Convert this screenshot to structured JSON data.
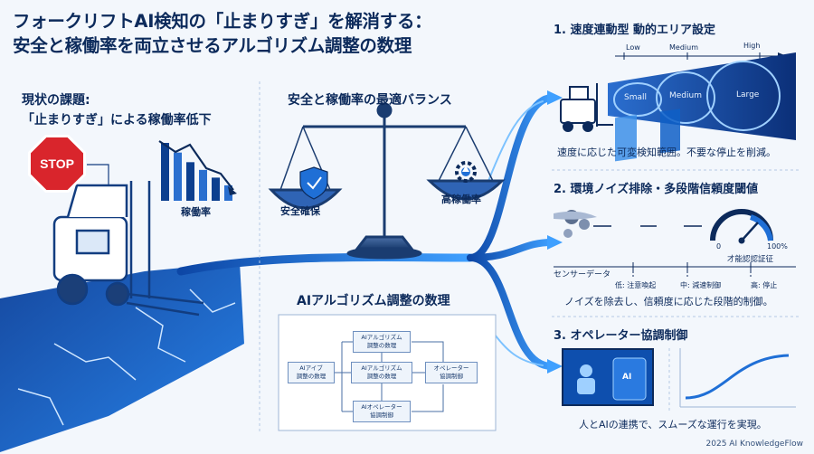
{
  "title": {
    "line1": "フォークリフトAI検知の「止まりすぎ」を解消する：",
    "line2": "安全と稼働率を両立させるアルゴリズム調整の数理"
  },
  "left": {
    "heading_line1": "現状の課題:",
    "heading_line2": "「止まりすぎ」による稼働率低下",
    "stop_sign": "STOP",
    "chart_label": "稼働率"
  },
  "center": {
    "heading": "安全と稼働率の最適バランス",
    "left_pan": "安全確保",
    "right_pan": "高稼働率"
  },
  "algo": {
    "heading": "AIアルゴリズム調整の数理",
    "box_left": "AIアイブ\n調整の数理",
    "box_top": "AIアルゴリズム\n調整の数理",
    "box_mid": "AIアルゴリズム\n調整の数理",
    "box_right": "オペレーター\n協調制御",
    "box_bottom": "AIオペレーター\n協調制御"
  },
  "section1": {
    "heading": "1. 速度連動型 動的エリア設定",
    "scale_low": "Low",
    "scale_medium": "Medium",
    "scale_high": "High",
    "zone_small": "Small",
    "zone_medium": "Medium",
    "zone_large": "Large",
    "caption": "速度に応じた可変検知範囲。不要な停止を削減。"
  },
  "section2": {
    "heading": "2. 環境ノイズ排除・多段階信頼度閾値",
    "gauge_min": "0",
    "gauge_max": "100%",
    "gauge_label": "才能認認証征",
    "sensor_label": "センサーデータ",
    "level_low": "低: 注意喚起",
    "level_mid": "中: 減速制御",
    "level_high": "高: 停止",
    "caption": "ノイズを除去し、信頼度に応じた段階的制御。"
  },
  "section3": {
    "heading": "3. オペレーター協調制御",
    "ai_badge": "AI",
    "caption": "人とAIの連携で、スムーズな運行を実現。"
  },
  "footer": "2025 AI KnowledgeFlow",
  "chart_data": {
    "type": "bar",
    "categories": [
      "",
      "",
      "",
      "",
      "",
      ""
    ],
    "values": [
      6,
      5,
      4,
      3.2,
      2.4,
      1.6
    ],
    "ylim": [
      0,
      6
    ],
    "title": "",
    "xlabel": "",
    "ylabel": "稼働率"
  },
  "colors": {
    "navy": "#0c2a5b",
    "accent": "#1f6fd6",
    "stop_red": "#d9252c",
    "background": "#f3f7fc"
  }
}
